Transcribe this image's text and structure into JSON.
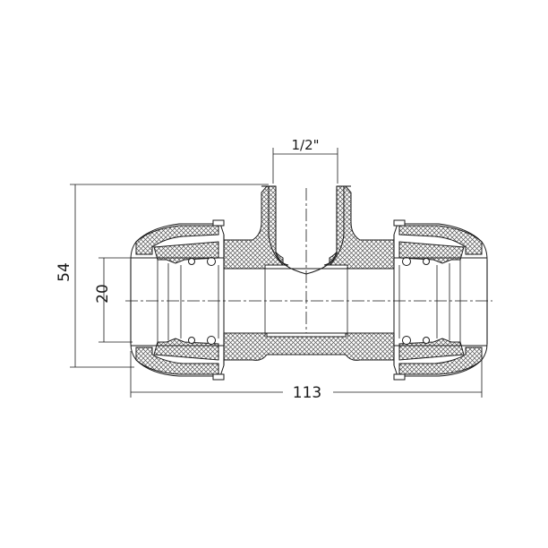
{
  "dimensions": {
    "thread_size": "1/2\"",
    "height": "54",
    "pipe_diameter": "20",
    "length": "113"
  }
}
